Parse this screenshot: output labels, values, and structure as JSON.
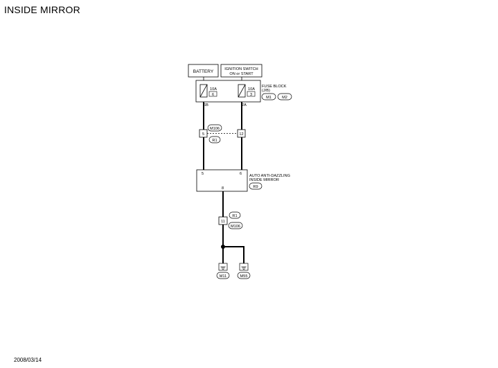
{
  "title": "INSIDE MIRROR",
  "date": "2008/03/14",
  "diagram": {
    "battery": "BATTERY",
    "ignition_switch": [
      "IGNITION SWITCH",
      "ON or START"
    ],
    "fuse_block": {
      "label": "FUSE BLOCK",
      "sub": "(J/B)"
    },
    "fuse_left": {
      "rating": "10A",
      "number": "6",
      "terminal": "6B"
    },
    "fuse_right": {
      "rating": "10A",
      "number": "3",
      "terminal": "2A"
    },
    "fuse_connectors": [
      "M1",
      "M2"
    ],
    "joint_upper": {
      "left_pin": "5",
      "right_pin": "12",
      "connectors": [
        "M106",
        "R1"
      ]
    },
    "mirror": {
      "label": [
        "AUTO ANTI-DAZZLING",
        "INSIDE MIRROR"
      ],
      "connector": "R9",
      "pins": {
        "left": "5",
        "right": "6",
        "bottom": "8"
      }
    },
    "joint_lower": {
      "pin": "11",
      "connectors": [
        "R1",
        "M106"
      ]
    },
    "grounds": [
      "M11",
      "M55"
    ]
  }
}
